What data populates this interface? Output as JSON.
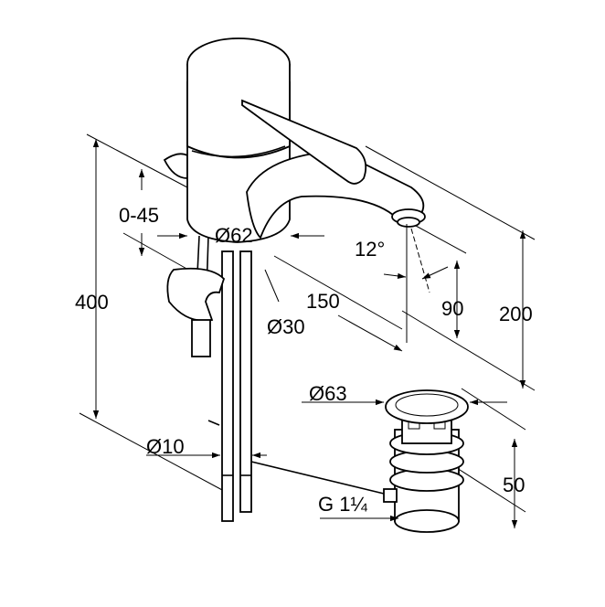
{
  "title": "Faucet dimension drawing",
  "dimensions": {
    "overall_height": "400",
    "deck_thickness": "0-45",
    "body_diameter": "Ø62",
    "spout_angle": "12°",
    "spout_reach": "150",
    "hole_diameter": "Ø30",
    "spout_height": "90",
    "total_height": "200",
    "drain_diameter": "Ø63",
    "hose_diameter": "Ø10",
    "drain_height": "50",
    "drain_thread": "G 1¼"
  }
}
